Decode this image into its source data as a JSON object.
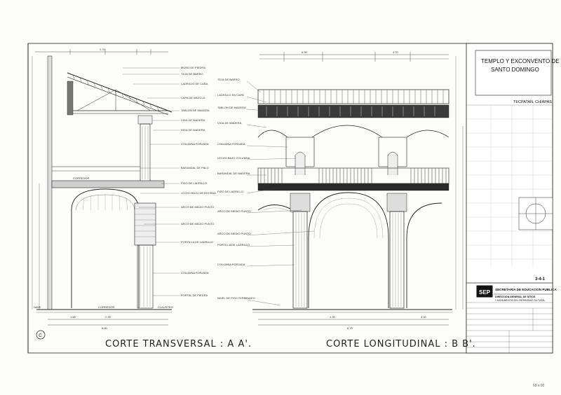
{
  "titles": {
    "section_a": "CORTE TRANSVERSAL : A A'.",
    "section_b": "CORTE LONGITUDINAL : B B'."
  },
  "title_block": {
    "project_line1": "TEMPLO Y EXCONVENTO DE",
    "project_line2": "SANTO DOMINGO",
    "location": "TECPATAN, CHIAPAS",
    "agency_logo": "SEP",
    "agency_name": "SECRETARIA DE EDUCACION PUBLICA",
    "direction_line1": "DIRECCION GENERAL DE SITIOS",
    "direction_line2": "Y MONUMENTOS DEL PATRIMONIO CULTURAL",
    "sheet_number": "3-4-1",
    "corner_note": "68 x 92"
  },
  "labels_a": [
    "MURO DE PIEDRA",
    "TEJA DE BARRO",
    "LADRILLO DE CAÑA",
    "CAPA DE MEZCLA",
    "TABLON DE MADERA",
    "VIGA DE MADERA",
    "VIGA DE MADERA",
    "COLUMNA FORJADA",
    "BARANDAL DE PALO",
    "PISO DE LADRILLO",
    "LECHO BAJO DE BOVEDA",
    "ARCO DE MEDIO PUNTO",
    "ARCO DE MEDIO PUNTO",
    "PORTILLA DE LADRILLO",
    "COLUMNA FORJADA",
    "PORTAL DE PIEDRA"
  ],
  "labels_b": [
    "TEJA DE BARRO",
    "LADRILLO EN CAPA",
    "TABLON DE MADERA",
    "VIGA DE MADERA",
    "COLUMNA FORJADA",
    "LECHO BAJO COLUMNA",
    "BARANDAL DE MADERA",
    "PISO DE LADRILLO",
    "ARCO DE MEDIO PUNTO",
    "ARCO DE MEDIO PUNTO",
    "PORTILLA DE LADRILLO",
    "COLUMNA FORJADA",
    "NIVEL DE PISO TERMINADO"
  ],
  "room_labels": {
    "corredor_upper": "CORREDOR",
    "corredor_lower": "CORREDOR",
    "nave": "NAVE",
    "claustro": "CLAUSTRO"
  },
  "dims_a": {
    "top": "2.70",
    "bottom_1": "1.50",
    "bottom_2": "2.30",
    "bottom_total": "6.80"
  },
  "dims_b": {
    "top_1": "6.30",
    "top_2": "4.70",
    "bottom_1": "4.30",
    "bottom_2": "4.30",
    "bottom_total": "6.70"
  },
  "section_marker": "C"
}
